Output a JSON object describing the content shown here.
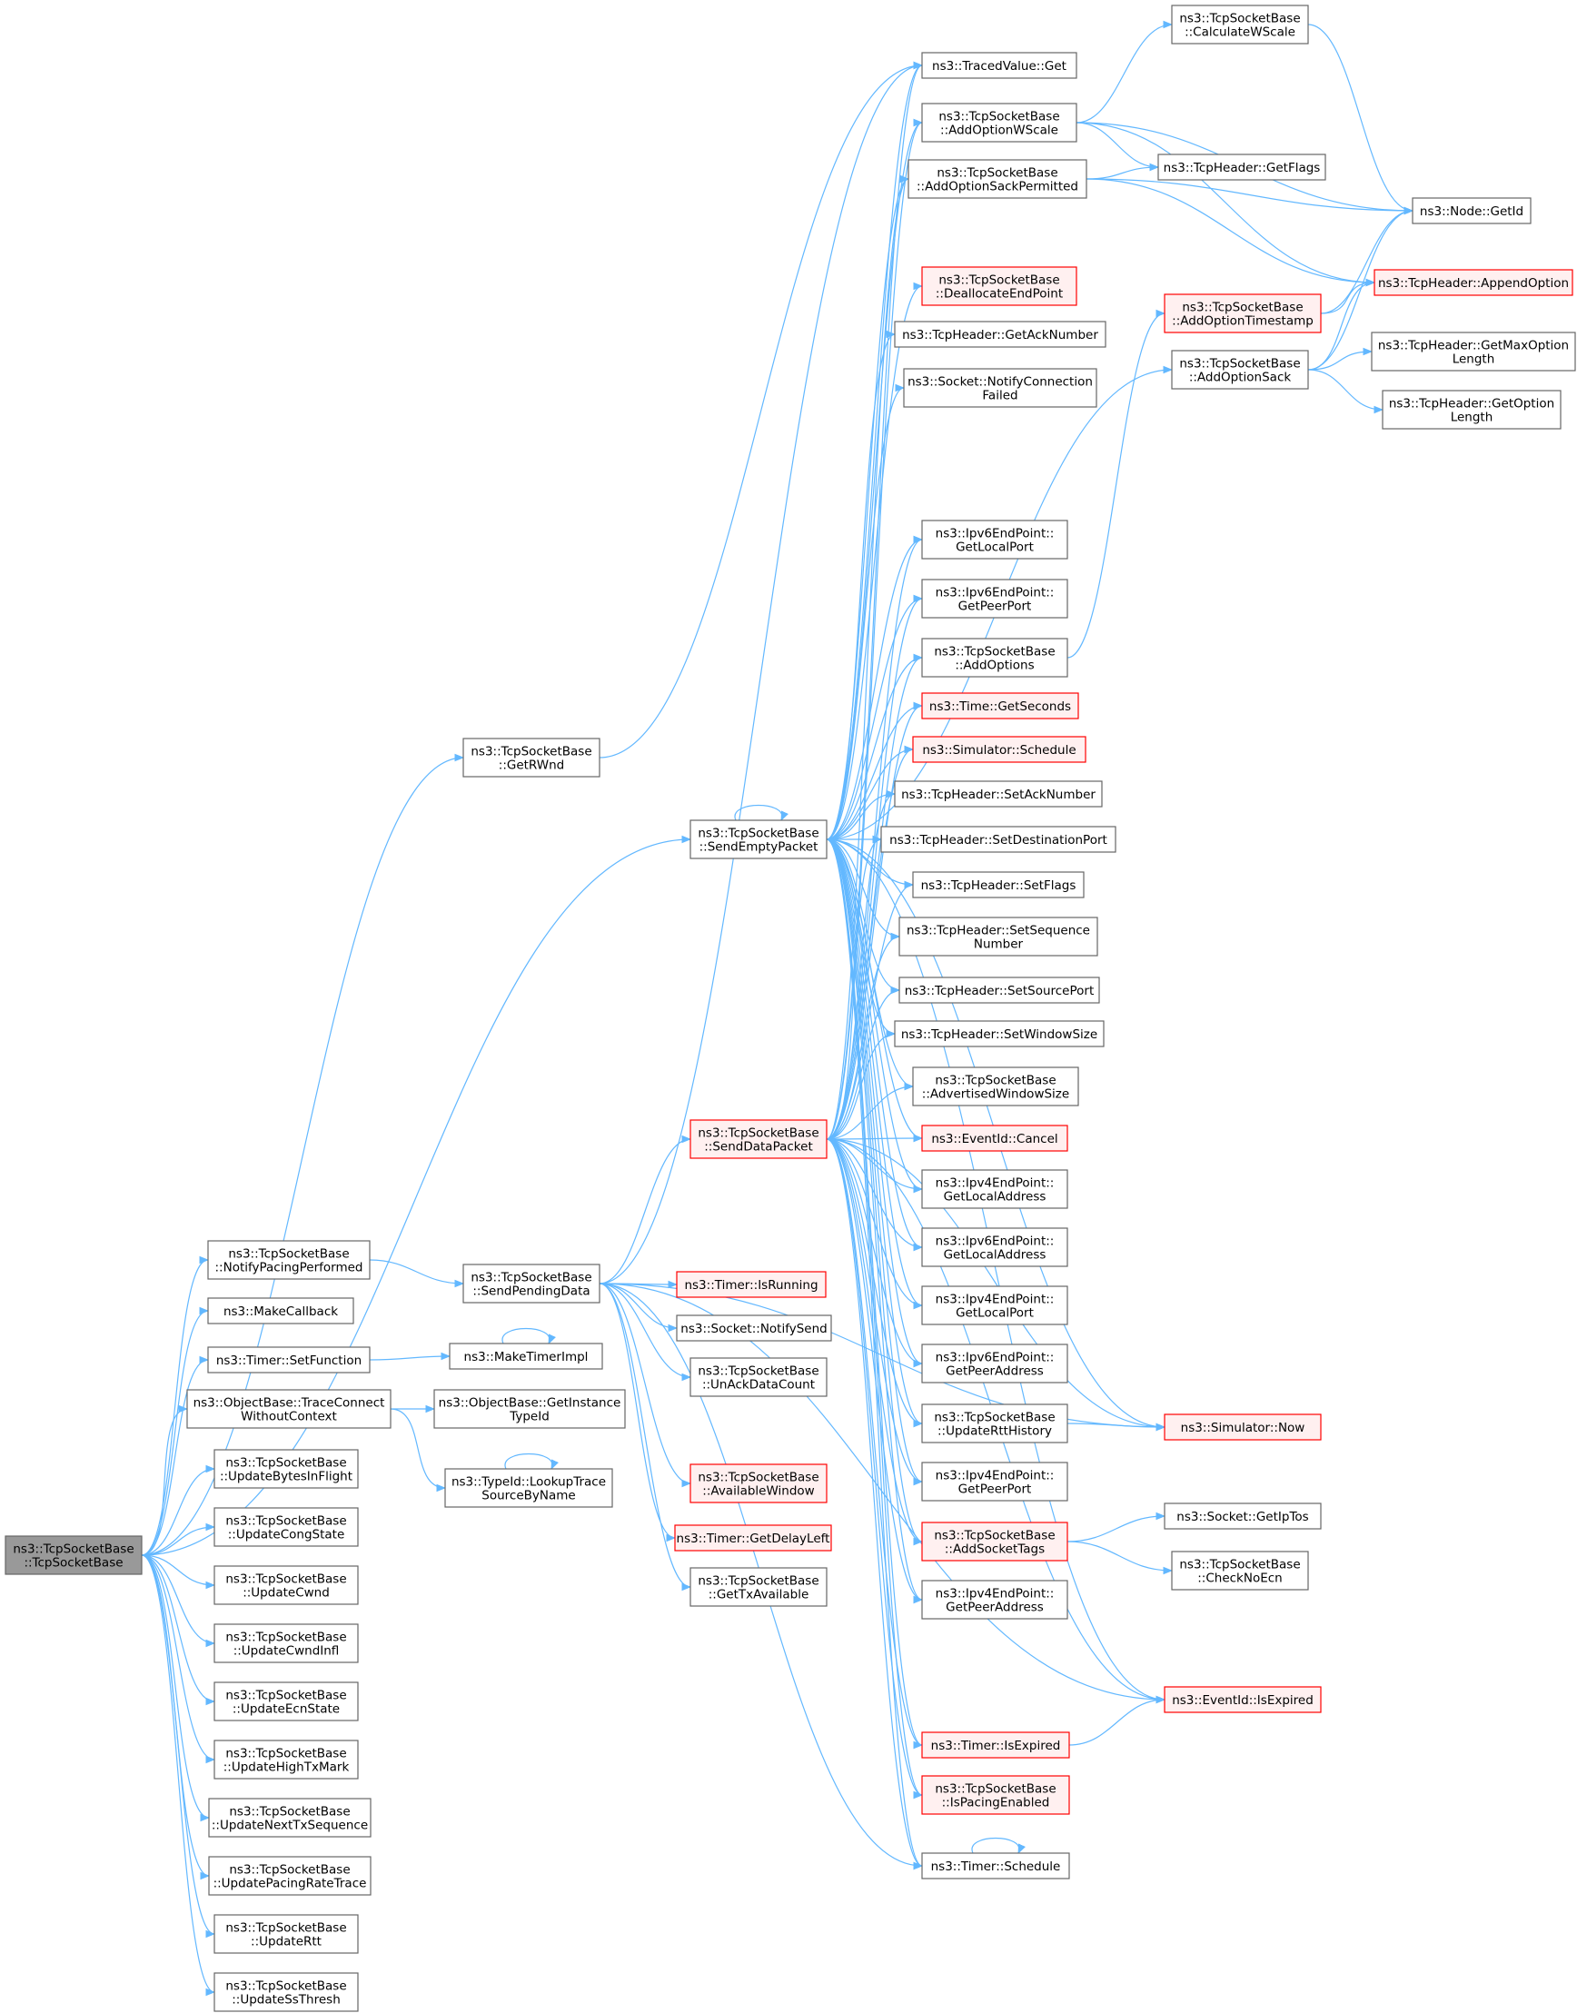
{
  "style": {
    "edge_color": "#63b8ff",
    "box_border": "#666666",
    "box_fill": "#ffffff",
    "focus_border": "#666666",
    "focus_fill": "#999999",
    "red_border": "#ff0000",
    "red_fill": "#fff0f0"
  },
  "nodes": [
    {
      "id": "root",
      "lines": [
        "ns3::TcpSocketBase",
        "::TcpSocketBase"
      ],
      "kind": "focus"
    },
    {
      "id": "getrwnd",
      "lines": [
        "ns3::TcpSocketBase",
        "::GetRWnd"
      ],
      "kind": "normal"
    },
    {
      "id": "sendempty",
      "lines": [
        "ns3::TcpSocketBase",
        "::SendEmptyPacket"
      ],
      "kind": "normal"
    },
    {
      "id": "notifypacing",
      "lines": [
        "ns3::TcpSocketBase",
        "::NotifyPacingPerformed"
      ],
      "kind": "normal"
    },
    {
      "id": "makecallback",
      "lines": [
        "ns3::MakeCallback"
      ],
      "kind": "normal"
    },
    {
      "id": "setfunction",
      "lines": [
        "ns3::Timer::SetFunction"
      ],
      "kind": "normal"
    },
    {
      "id": "traceconnect",
      "lines": [
        "ns3::ObjectBase::TraceConnect",
        "WithoutContext"
      ],
      "kind": "normal"
    },
    {
      "id": "upd_bif",
      "lines": [
        "ns3::TcpSocketBase",
        "::UpdateBytesInFlight"
      ],
      "kind": "normal"
    },
    {
      "id": "upd_cong",
      "lines": [
        "ns3::TcpSocketBase",
        "::UpdateCongState"
      ],
      "kind": "normal"
    },
    {
      "id": "upd_cwnd",
      "lines": [
        "ns3::TcpSocketBase",
        "::UpdateCwnd"
      ],
      "kind": "normal"
    },
    {
      "id": "upd_cwndinfl",
      "lines": [
        "ns3::TcpSocketBase",
        "::UpdateCwndInfl"
      ],
      "kind": "normal"
    },
    {
      "id": "upd_ecn",
      "lines": [
        "ns3::TcpSocketBase",
        "::UpdateEcnState"
      ],
      "kind": "normal"
    },
    {
      "id": "upd_hightx",
      "lines": [
        "ns3::TcpSocketBase",
        "::UpdateHighTxMark"
      ],
      "kind": "normal"
    },
    {
      "id": "upd_nexttx",
      "lines": [
        "ns3::TcpSocketBase",
        "::UpdateNextTxSequence"
      ],
      "kind": "normal"
    },
    {
      "id": "upd_pacing",
      "lines": [
        "ns3::TcpSocketBase",
        "::UpdatePacingRateTrace"
      ],
      "kind": "normal"
    },
    {
      "id": "upd_rtt",
      "lines": [
        "ns3::TcpSocketBase",
        "::UpdateRtt"
      ],
      "kind": "normal"
    },
    {
      "id": "upd_ss",
      "lines": [
        "ns3::TcpSocketBase",
        "::UpdateSsThresh"
      ],
      "kind": "normal"
    },
    {
      "id": "sendpending",
      "lines": [
        "ns3::TcpSocketBase",
        "::SendPendingData"
      ],
      "kind": "normal"
    },
    {
      "id": "maketimerimpl",
      "lines": [
        "ns3::MakeTimerImpl"
      ],
      "kind": "normal"
    },
    {
      "id": "getinstancetypeid",
      "lines": [
        "ns3::ObjectBase::GetInstance",
        "TypeId"
      ],
      "kind": "normal"
    },
    {
      "id": "lookuptrace",
      "lines": [
        "ns3::TypeId::LookupTrace",
        "SourceByName"
      ],
      "kind": "normal"
    },
    {
      "id": "senddata",
      "lines": [
        "ns3::TcpSocketBase",
        "::SendDataPacket"
      ],
      "kind": "red"
    },
    {
      "id": "timer_isrunning",
      "lines": [
        "ns3::Timer::IsRunning"
      ],
      "kind": "red"
    },
    {
      "id": "notifysend",
      "lines": [
        "ns3::Socket::NotifySend"
      ],
      "kind": "normal"
    },
    {
      "id": "unackdata",
      "lines": [
        "ns3::TcpSocketBase",
        "::UnAckDataCount"
      ],
      "kind": "normal"
    },
    {
      "id": "availablewindow",
      "lines": [
        "ns3::TcpSocketBase",
        "::AvailableWindow"
      ],
      "kind": "red"
    },
    {
      "id": "getdelayleft",
      "lines": [
        "ns3::Timer::GetDelayLeft"
      ],
      "kind": "red"
    },
    {
      "id": "gettxavailable",
      "lines": [
        "ns3::TcpSocketBase",
        "::GetTxAvailable"
      ],
      "kind": "normal"
    },
    {
      "id": "tracedget",
      "lines": [
        "ns3::TracedValue::Get"
      ],
      "kind": "normal"
    },
    {
      "id": "addwscale",
      "lines": [
        "ns3::TcpSocketBase",
        "::AddOptionWScale"
      ],
      "kind": "normal"
    },
    {
      "id": "addsackperm",
      "lines": [
        "ns3::TcpSocketBase",
        "::AddOptionSackPermitted"
      ],
      "kind": "normal"
    },
    {
      "id": "dealloc",
      "lines": [
        "ns3::TcpSocketBase",
        "::DeallocateEndPoint"
      ],
      "kind": "red"
    },
    {
      "id": "getacknumber",
      "lines": [
        "ns3::TcpHeader::GetAckNumber"
      ],
      "kind": "normal"
    },
    {
      "id": "notifyconnfailed",
      "lines": [
        "ns3::Socket::NotifyConnection",
        "Failed"
      ],
      "kind": "normal"
    },
    {
      "id": "ipv6_localport_a",
      "lines": [
        "ns3::Ipv6EndPoint::",
        "GetLocalPort"
      ],
      "kind": "normal"
    },
    {
      "id": "ipv6_peerport_a",
      "lines": [
        "ns3::Ipv6EndPoint::",
        "GetPeerPort"
      ],
      "kind": "normal"
    },
    {
      "id": "addoptions",
      "lines": [
        "ns3::TcpSocketBase",
        "::AddOptions"
      ],
      "kind": "normal"
    },
    {
      "id": "getseconds",
      "lines": [
        "ns3::Time::GetSeconds"
      ],
      "kind": "red"
    },
    {
      "id": "schedule",
      "lines": [
        "ns3::Simulator::Schedule"
      ],
      "kind": "red"
    },
    {
      "id": "setacknumber",
      "lines": [
        "ns3::TcpHeader::SetAckNumber"
      ],
      "kind": "normal"
    },
    {
      "id": "setdestport",
      "lines": [
        "ns3::TcpHeader::SetDestinationPort"
      ],
      "kind": "normal"
    },
    {
      "id": "setflags",
      "lines": [
        "ns3::TcpHeader::SetFlags"
      ],
      "kind": "normal"
    },
    {
      "id": "setseq",
      "lines": [
        "ns3::TcpHeader::SetSequence",
        "Number"
      ],
      "kind": "normal"
    },
    {
      "id": "setsrcport",
      "lines": [
        "ns3::TcpHeader::SetSourcePort"
      ],
      "kind": "normal"
    },
    {
      "id": "setwinsize",
      "lines": [
        "ns3::TcpHeader::SetWindowSize"
      ],
      "kind": "normal"
    },
    {
      "id": "advwinsize",
      "lines": [
        "ns3::TcpSocketBase",
        "::AdvertisedWindowSize"
      ],
      "kind": "normal"
    },
    {
      "id": "eventcancel",
      "lines": [
        "ns3::EventId::Cancel"
      ],
      "kind": "red"
    },
    {
      "id": "ipv4_localaddr",
      "lines": [
        "ns3::Ipv4EndPoint::",
        "GetLocalAddress"
      ],
      "kind": "normal"
    },
    {
      "id": "ipv6_localaddr",
      "lines": [
        "ns3::Ipv6EndPoint::",
        "GetLocalAddress"
      ],
      "kind": "normal"
    },
    {
      "id": "ipv4_localport",
      "lines": [
        "ns3::Ipv4EndPoint::",
        "GetLocalPort"
      ],
      "kind": "normal"
    },
    {
      "id": "ipv6_peeraddr",
      "lines": [
        "ns3::Ipv6EndPoint::",
        "GetPeerAddress"
      ],
      "kind": "normal"
    },
    {
      "id": "updrtthistory",
      "lines": [
        "ns3::TcpSocketBase",
        "::UpdateRttHistory"
      ],
      "kind": "normal"
    },
    {
      "id": "ipv4_peerport",
      "lines": [
        "ns3::Ipv4EndPoint::",
        "GetPeerPort"
      ],
      "kind": "normal"
    },
    {
      "id": "addsockettags",
      "lines": [
        "ns3::TcpSocketBase",
        "::AddSocketTags"
      ],
      "kind": "red"
    },
    {
      "id": "ipv4_peeraddr",
      "lines": [
        "ns3::Ipv4EndPoint::",
        "GetPeerAddress"
      ],
      "kind": "normal"
    },
    {
      "id": "timer_isexpired",
      "lines": [
        "ns3::Timer::IsExpired"
      ],
      "kind": "red"
    },
    {
      "id": "ispacing",
      "lines": [
        "ns3::TcpSocketBase",
        "::IsPacingEnabled"
      ],
      "kind": "red"
    },
    {
      "id": "timer_schedule",
      "lines": [
        "ns3::Timer::Schedule"
      ],
      "kind": "normal"
    },
    {
      "id": "calcwscale",
      "lines": [
        "ns3::TcpSocketBase",
        "::CalculateWScale"
      ],
      "kind": "normal"
    },
    {
      "id": "getflags",
      "lines": [
        "ns3::TcpHeader::GetFlags"
      ],
      "kind": "normal"
    },
    {
      "id": "nodegetid",
      "lines": [
        "ns3::Node::GetId"
      ],
      "kind": "normal"
    },
    {
      "id": "appendoption",
      "lines": [
        "ns3::TcpHeader::AppendOption"
      ],
      "kind": "red"
    },
    {
      "id": "addtimestamp",
      "lines": [
        "ns3::TcpSocketBase",
        "::AddOptionTimestamp"
      ],
      "kind": "red"
    },
    {
      "id": "addsack",
      "lines": [
        "ns3::TcpSocketBase",
        "::AddOptionSack"
      ],
      "kind": "normal"
    },
    {
      "id": "getmaxoptlen",
      "lines": [
        "ns3::TcpHeader::GetMaxOption",
        "Length"
      ],
      "kind": "normal"
    },
    {
      "id": "getoptlen",
      "lines": [
        "ns3::TcpHeader::GetOption",
        "Length"
      ],
      "kind": "normal"
    },
    {
      "id": "simnow",
      "lines": [
        "ns3::Simulator::Now"
      ],
      "kind": "red"
    },
    {
      "id": "getiptos",
      "lines": [
        "ns3::Socket::GetIpTos"
      ],
      "kind": "normal"
    },
    {
      "id": "checknoecn",
      "lines": [
        "ns3::TcpSocketBase",
        "::CheckNoEcn"
      ],
      "kind": "normal"
    },
    {
      "id": "eventisexpired",
      "lines": [
        "ns3::EventId::IsExpired"
      ],
      "kind": "red"
    }
  ],
  "edges": [
    [
      "root",
      "getrwnd"
    ],
    [
      "root",
      "sendempty"
    ],
    [
      "root",
      "notifypacing"
    ],
    [
      "root",
      "makecallback"
    ],
    [
      "root",
      "setfunction"
    ],
    [
      "root",
      "traceconnect"
    ],
    [
      "root",
      "upd_bif"
    ],
    [
      "root",
      "upd_cong"
    ],
    [
      "root",
      "upd_cwnd"
    ],
    [
      "root",
      "upd_cwndinfl"
    ],
    [
      "root",
      "upd_ecn"
    ],
    [
      "root",
      "upd_hightx"
    ],
    [
      "root",
      "upd_nexttx"
    ],
    [
      "root",
      "upd_pacing"
    ],
    [
      "root",
      "upd_rtt"
    ],
    [
      "root",
      "upd_ss"
    ],
    [
      "getrwnd",
      "tracedget"
    ],
    [
      "notifypacing",
      "sendpending"
    ],
    [
      "setfunction",
      "maketimerimpl"
    ],
    [
      "maketimerimpl",
      "maketimerimpl"
    ],
    [
      "traceconnect",
      "getinstancetypeid"
    ],
    [
      "traceconnect",
      "lookuptrace"
    ],
    [
      "lookuptrace",
      "lookuptrace"
    ],
    [
      "sendpending",
      "tracedget"
    ],
    [
      "sendpending",
      "senddata"
    ],
    [
      "sendpending",
      "timer_isrunning"
    ],
    [
      "sendpending",
      "notifysend"
    ],
    [
      "sendpending",
      "unackdata"
    ],
    [
      "sendpending",
      "availablewindow"
    ],
    [
      "sendpending",
      "getdelayleft"
    ],
    [
      "sendpending",
      "gettxavailable"
    ],
    [
      "sendpending",
      "simnow"
    ],
    [
      "sendpending",
      "eventisexpired"
    ],
    [
      "sendpending",
      "timer_schedule"
    ],
    [
      "sendempty",
      "sendempty"
    ],
    [
      "sendempty",
      "tracedget"
    ],
    [
      "sendempty",
      "addwscale"
    ],
    [
      "sendempty",
      "addsackperm"
    ],
    [
      "sendempty",
      "dealloc"
    ],
    [
      "sendempty",
      "getacknumber"
    ],
    [
      "sendempty",
      "notifyconnfailed"
    ],
    [
      "sendempty",
      "ipv6_localport_a"
    ],
    [
      "sendempty",
      "ipv6_peerport_a"
    ],
    [
      "sendempty",
      "addoptions"
    ],
    [
      "sendempty",
      "getseconds"
    ],
    [
      "sendempty",
      "schedule"
    ],
    [
      "sendempty",
      "setacknumber"
    ],
    [
      "sendempty",
      "setdestport"
    ],
    [
      "sendempty",
      "setflags"
    ],
    [
      "sendempty",
      "setseq"
    ],
    [
      "sendempty",
      "setsrcport"
    ],
    [
      "sendempty",
      "setwinsize"
    ],
    [
      "sendempty",
      "advwinsize"
    ],
    [
      "sendempty",
      "eventcancel"
    ],
    [
      "sendempty",
      "ipv4_localaddr"
    ],
    [
      "sendempty",
      "ipv6_localaddr"
    ],
    [
      "sendempty",
      "ipv4_localport"
    ],
    [
      "sendempty",
      "ipv6_peeraddr"
    ],
    [
      "sendempty",
      "updrtthistory"
    ],
    [
      "sendempty",
      "ipv4_peerport"
    ],
    [
      "sendempty",
      "addsockettags"
    ],
    [
      "sendempty",
      "ipv4_peeraddr"
    ],
    [
      "sendempty",
      "timer_isexpired"
    ],
    [
      "sendempty",
      "ispacing"
    ],
    [
      "sendempty",
      "timer_schedule"
    ],
    [
      "sendempty",
      "simnow"
    ],
    [
      "sendempty",
      "addsack"
    ],
    [
      "sendempty",
      "eventisexpired"
    ],
    [
      "senddata",
      "tracedget"
    ],
    [
      "senddata",
      "addwscale"
    ],
    [
      "senddata",
      "addsackperm"
    ],
    [
      "senddata",
      "ipv6_localport_a"
    ],
    [
      "senddata",
      "ipv6_peerport_a"
    ],
    [
      "senddata",
      "addoptions"
    ],
    [
      "senddata",
      "getseconds"
    ],
    [
      "senddata",
      "schedule"
    ],
    [
      "senddata",
      "setacknumber"
    ],
    [
      "senddata",
      "setdestport"
    ],
    [
      "senddata",
      "setflags"
    ],
    [
      "senddata",
      "setseq"
    ],
    [
      "senddata",
      "setsrcport"
    ],
    [
      "senddata",
      "setwinsize"
    ],
    [
      "senddata",
      "advwinsize"
    ],
    [
      "senddata",
      "eventcancel"
    ],
    [
      "senddata",
      "ipv4_localaddr"
    ],
    [
      "senddata",
      "ipv6_localaddr"
    ],
    [
      "senddata",
      "ipv4_localport"
    ],
    [
      "senddata",
      "ipv6_peeraddr"
    ],
    [
      "senddata",
      "updrtthistory"
    ],
    [
      "senddata",
      "ipv4_peerport"
    ],
    [
      "senddata",
      "addsockettags"
    ],
    [
      "senddata",
      "ipv4_peeraddr"
    ],
    [
      "senddata",
      "timer_isexpired"
    ],
    [
      "senddata",
      "ispacing"
    ],
    [
      "senddata",
      "timer_schedule"
    ],
    [
      "senddata",
      "simnow"
    ],
    [
      "senddata",
      "eventisexpired"
    ],
    [
      "addwscale",
      "calcwscale"
    ],
    [
      "addwscale",
      "getflags"
    ],
    [
      "addwscale",
      "nodegetid"
    ],
    [
      "addwscale",
      "appendoption"
    ],
    [
      "calcwscale",
      "nodegetid"
    ],
    [
      "addsackperm",
      "getflags"
    ],
    [
      "addsackperm",
      "nodegetid"
    ],
    [
      "addsackperm",
      "appendoption"
    ],
    [
      "addoptions",
      "addtimestamp"
    ],
    [
      "addtimestamp",
      "appendoption"
    ],
    [
      "addtimestamp",
      "nodegetid"
    ],
    [
      "addsack",
      "appendoption"
    ],
    [
      "addsack",
      "getmaxoptlen"
    ],
    [
      "addsack",
      "getoptlen"
    ],
    [
      "addsack",
      "nodegetid"
    ],
    [
      "updrtthistory",
      "simnow"
    ],
    [
      "addsockettags",
      "getiptos"
    ],
    [
      "addsockettags",
      "checknoecn"
    ],
    [
      "timer_isexpired",
      "eventisexpired"
    ],
    [
      "timer_schedule",
      "timer_schedule"
    ]
  ]
}
